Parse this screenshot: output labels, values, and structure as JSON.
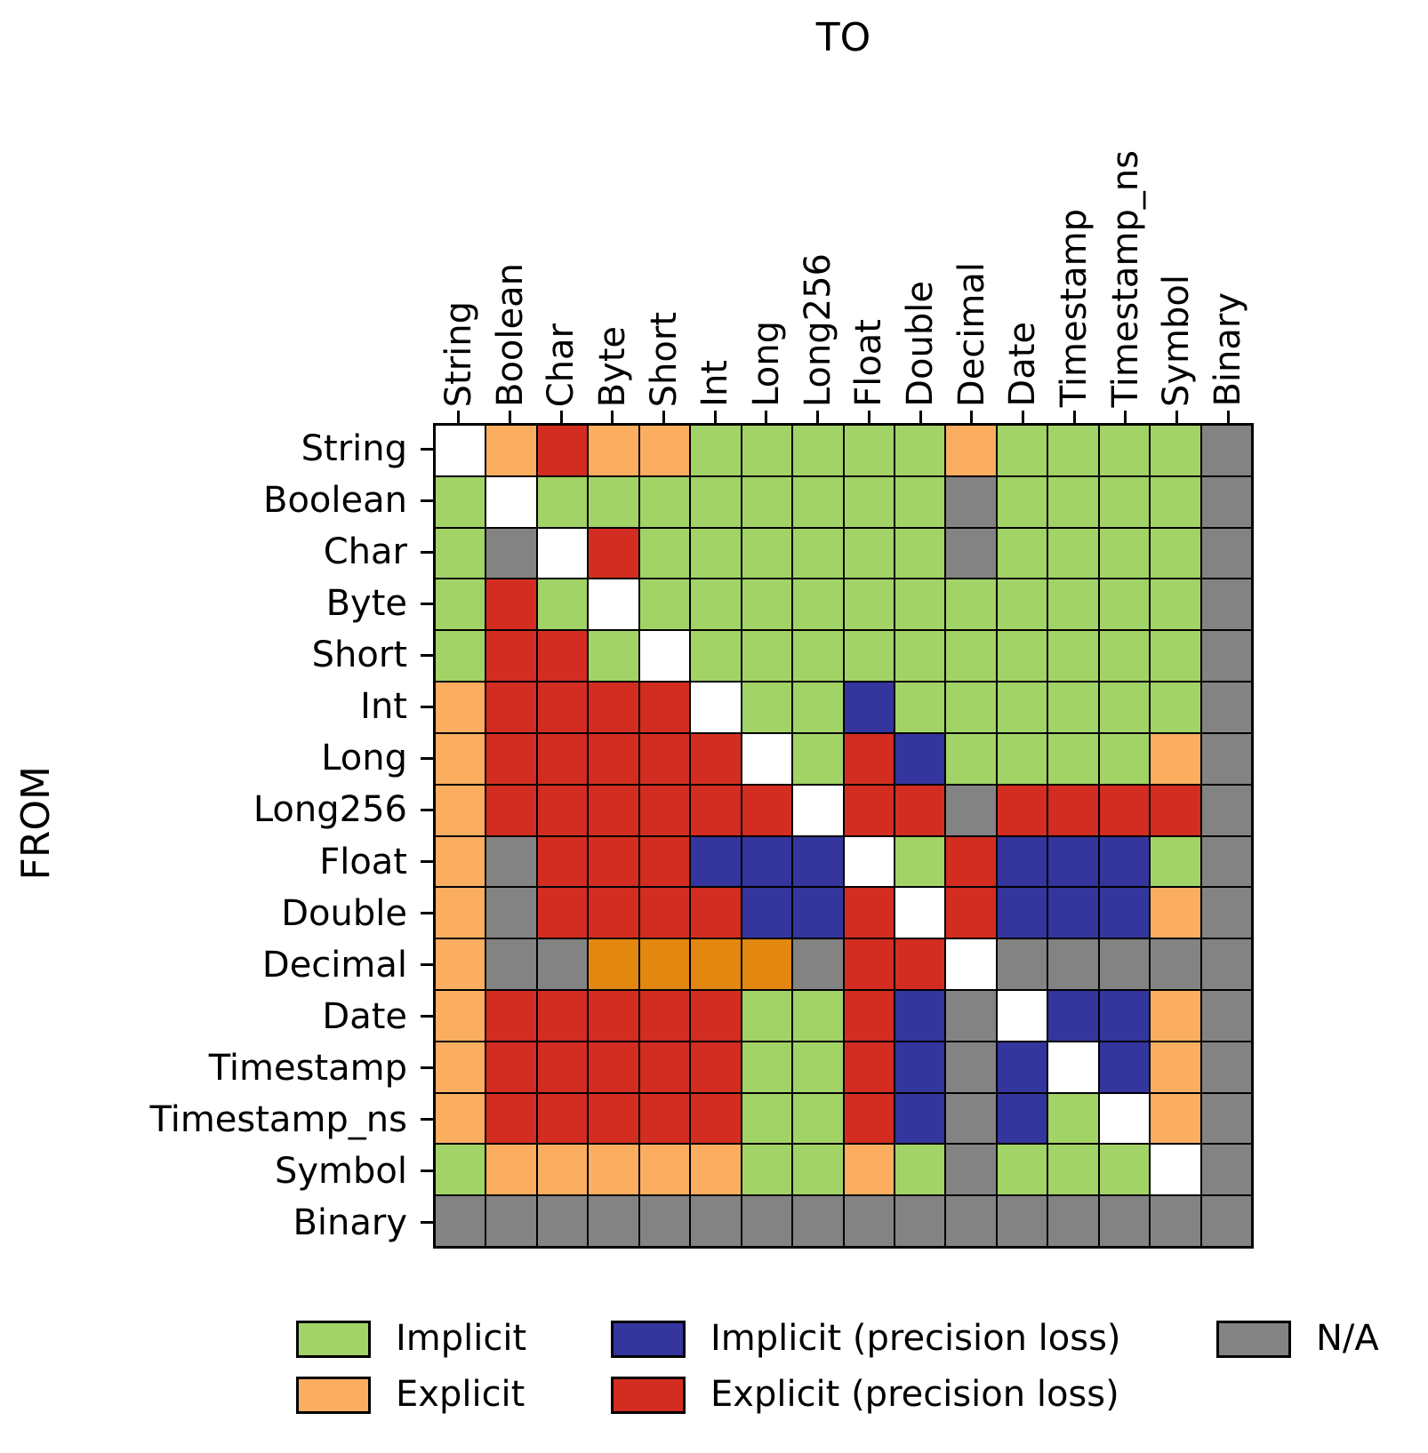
{
  "chart_data": {
    "type": "heatmap",
    "title_top": "TO",
    "ylabel": "FROM",
    "legend_position": "bottom",
    "grid": "on (black cell borders)",
    "columns": [
      "String",
      "Boolean",
      "Char",
      "Byte",
      "Short",
      "Int",
      "Long",
      "Long256",
      "Float",
      "Double",
      "Decimal",
      "Date",
      "Timestamp",
      "Timestamp_ns",
      "Symbol",
      "Binary"
    ],
    "rows": [
      "String",
      "Boolean",
      "Char",
      "Byte",
      "Short",
      "Int",
      "Long",
      "Long256",
      "Float",
      "Double",
      "Decimal",
      "Date",
      "Timestamp",
      "Timestamp_ns",
      "Symbol",
      "Binary"
    ],
    "matrix": [
      "WOROOGGGGGOGGGGN",
      "GWGGGGGGGGNGGGGN",
      "GNWRGGGGGGNGGGGN",
      "GRGWGGGGGGGGGGGN",
      "GRRGWGGGGGGGGGGN",
      "ORRRRWGGBGGGGGGN",
      "ORRRRRWGRBGGGGON",
      "ORRRRRRWRRNRRRRN",
      "ONRRRBBBWGRBBBGN",
      "ONRRRRBBRWRBBBON",
      "ONNDDDDNRRWNNNNN",
      "ORRRRRGGRBNWBBON",
      "ORRRRRGGRBNBWBON",
      "ORRRRRGGRBNBGWON",
      "GOOOOOGGOGNGGGWN",
      "NNNNNNNNNNNNNNNN"
    ],
    "colors": {
      "G": "#a2d366",
      "O": "#fbae60",
      "D": "#e2870f",
      "R": "#d22d20",
      "B": "#34359d",
      "N": "#838383",
      "W": "#ffffff"
    },
    "code_meanings": {
      "G": "Implicit",
      "O": "Explicit",
      "B": "Implicit (precision loss)",
      "R": "Explicit (precision loss)",
      "D": "Explicit",
      "N": "N/A",
      "W": "same type"
    },
    "legend": [
      {
        "label": "Implicit",
        "key": "G"
      },
      {
        "label": "Explicit",
        "key": "O"
      },
      {
        "label": "Implicit (precision loss)",
        "key": "B"
      },
      {
        "label": "Explicit (precision loss)",
        "key": "R"
      },
      {
        "label": "N/A",
        "key": "N"
      }
    ]
  }
}
